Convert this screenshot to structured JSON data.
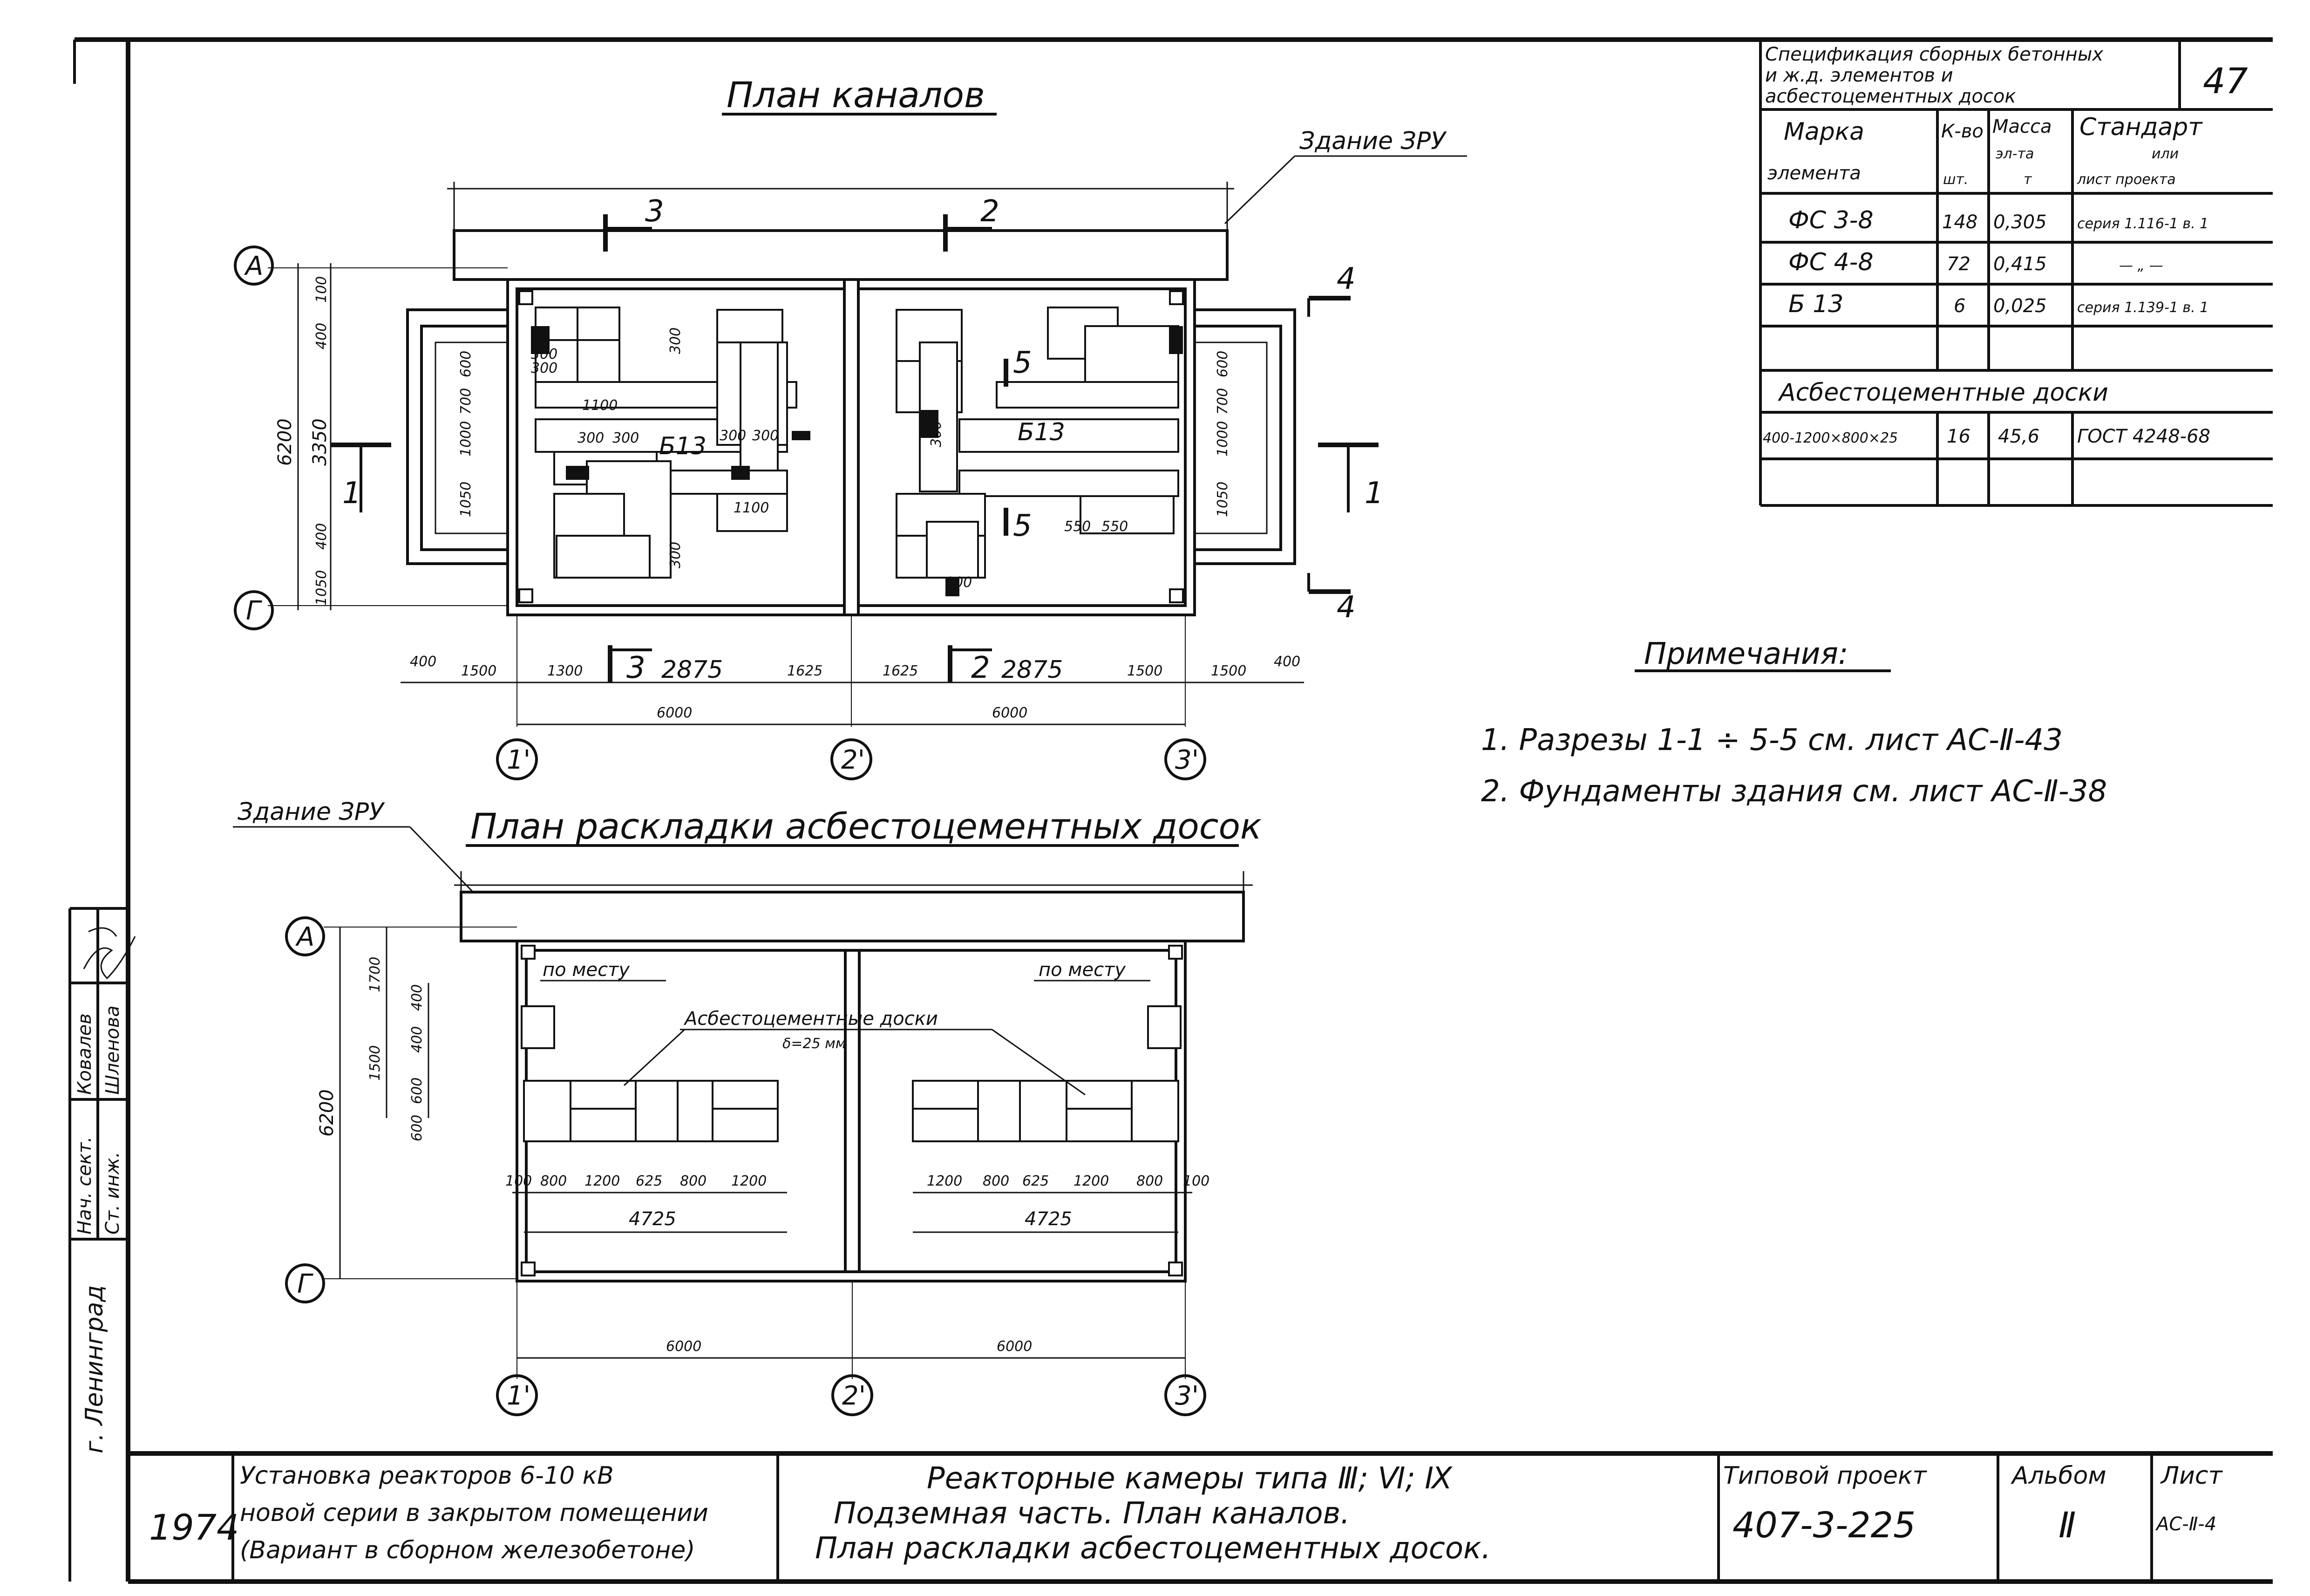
{
  "sheet_number": "47",
  "plan_channels": {
    "title": "План каналов",
    "building_label": "Здание ЗРУ",
    "axes": {
      "A": "А",
      "G": "Г",
      "c1": "1'",
      "c2": "2'",
      "c3": "3'"
    },
    "section_marks": {
      "s1_left": "1",
      "s1_right": "1",
      "s2": "2",
      "s3": "3",
      "s4_top": "4",
      "s4_bot": "4",
      "s5_top": "5",
      "s5_bot": "5"
    },
    "dims_vertical_left": {
      "total": "6200",
      "d100": "100",
      "d400a": "400",
      "d3350": "3350",
      "d400b": "400",
      "d1050": "1050"
    },
    "dims_inner": {
      "d300a": "300",
      "d300b": "300",
      "d300c": "300",
      "d700": "700",
      "d600": "600",
      "d1000": "1000",
      "d1050": "1050",
      "d1100a": "1100",
      "d1100b": "1100",
      "d300_300a": "300",
      "d300_300b": "300",
      "d300_300c": "300",
      "d300_300d": "300",
      "b13_left": "Б13",
      "b13_right": "Б13",
      "d300_right": "300",
      "d300_bottom": "300",
      "d200": "200",
      "d550a": "550",
      "d550b": "550",
      "r600": "600",
      "r700": "700",
      "r1000": "1000",
      "r1050": "1050"
    },
    "dims_bottom": {
      "d400l": "400",
      "d1500a": "1500",
      "d1300": "1300",
      "d2875a": "2875",
      "d1625a": "1625",
      "d1625b": "1625",
      "d2875b": "2875",
      "d1500b": "1500",
      "d1500c": "1500",
      "d400r": "400",
      "d6000a": "6000",
      "d6000b": "6000"
    }
  },
  "plan_boards": {
    "title": "План раскладки асбестоцементных досок",
    "building_label": "Здание ЗРУ",
    "in_place_left": "по месту",
    "in_place_right": "по месту",
    "boards_label": "Асбестоцементные доски",
    "boards_thickness": "δ=25 мм",
    "axes": {
      "A": "А",
      "G": "Г",
      "c1": "1'",
      "c2": "2'",
      "c3": "3'"
    },
    "dims_vertical": {
      "total": "6200",
      "d1700": "1700",
      "d1500": "1500",
      "d400a": "400",
      "d400b": "400",
      "d600a": "600",
      "d600b": "600"
    },
    "dims_bottom_left": [
      "100",
      "800",
      "1200",
      "625",
      "800",
      "1200"
    ],
    "dims_bottom_right": [
      "1200",
      "800",
      "625",
      "1200",
      "800",
      "100"
    ],
    "span_left": "4725",
    "span_right": "4725",
    "d6000a": "6000",
    "d6000b": "6000"
  },
  "spec_table": {
    "title_lines": [
      "Спецификация сборных бетонных",
      "и ж.д. элементов и",
      "асбестоцементных досок"
    ],
    "headers": {
      "mark": [
        "Марка",
        "элемента"
      ],
      "qty": [
        "К-во",
        "шт."
      ],
      "mass": [
        "Масса",
        "эл-та",
        "т"
      ],
      "standard": [
        "Стандарт",
        "или",
        "лист проекта"
      ]
    },
    "rows": [
      {
        "mark": "ФС 3-8",
        "qty": "148",
        "mass": "0,305",
        "std": "серия 1.116-1 в. 1"
      },
      {
        "mark": "ФС 4-8",
        "qty": "72",
        "mass": "0,415",
        "std": "— „ —"
      },
      {
        "mark": "Б 13",
        "qty": "6",
        "mass": "0,025",
        "std": "серия 1.139-1 в. 1"
      }
    ],
    "section_title": "Асбестоцементные доски",
    "board_row": {
      "mark": "400-1200×800×25",
      "qty": "16",
      "mass": "45,6",
      "std": "ГОСТ 4248-68"
    }
  },
  "notes": {
    "title": "Примечания:",
    "items": [
      "1. Разрезы  1-1 ÷ 5-5 см. лист АС-Ⅱ-43",
      "2. Фундаменты здания см. лист АС-Ⅱ-38"
    ]
  },
  "left_strip": {
    "city": "г. Ленинград",
    "roles": [
      "Нач. сект.",
      "Ст. инж."
    ],
    "names": [
      "Ковалев",
      "Шленова"
    ]
  },
  "title_block": {
    "year": "1974",
    "project_name": [
      "Установка реакторов  6-10 кВ",
      "новой серии в закрытом помещении",
      "(Вариант в сборном железобетоне)"
    ],
    "drawing_title": [
      "Реакторные камеры типа Ⅲ; Ⅵ; Ⅸ",
      "Подземная часть. План каналов.",
      "План раскладки асбестоцементных досок."
    ],
    "type_project_label": "Типовой проект",
    "type_project_value": "407-3-225",
    "album_label": "Альбом",
    "album_value": "Ⅱ",
    "sheet_label": "Лист",
    "sheet_value": "АС-Ⅱ-4"
  }
}
